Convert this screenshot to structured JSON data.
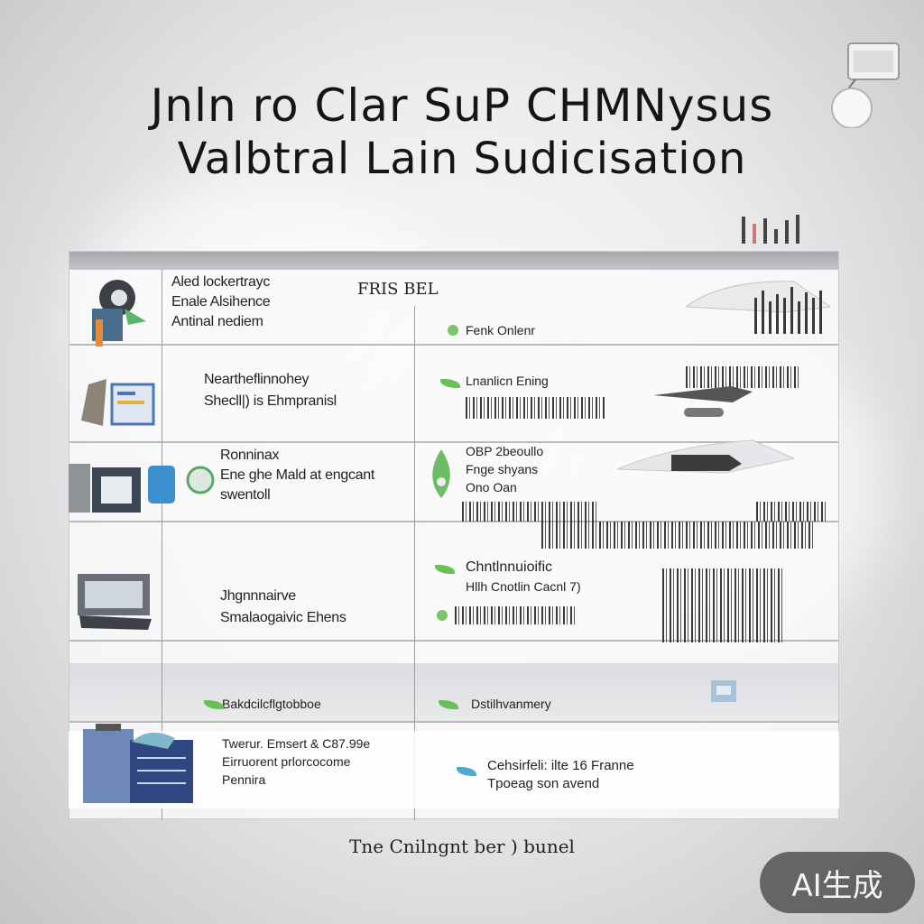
{
  "title": {
    "line1": "Jnln  ro Clar SuP CHMNysus",
    "line2": "Valbtral  Lain Sudicisation"
  },
  "table": {
    "header_col2": "FRIS BEL",
    "rows": [
      {
        "col1": [
          "Aled lockertrayc",
          "Enale Alsihence",
          "Antinal nediem"
        ],
        "col2": [
          "Fenk Onlenr"
        ]
      },
      {
        "col1": [
          "Neartheflinnohey",
          "Shecll|) is Ehmpranisl"
        ],
        "col2": [
          "Lnanlicn Ening"
        ]
      },
      {
        "col1": [
          "Ronninax",
          "Ene ghe Mald at engcant",
          "swentoll"
        ],
        "col2": [
          "OBP 2beoullo",
          "Fnge shyans",
          "Ono Oan"
        ]
      },
      {
        "col1": [
          "Jhgnnnairve",
          "Smalaogaivic Ehens"
        ],
        "col2": [
          "Chntlnnuioific",
          "Hllh Cnotlin Cacnl 7)"
        ]
      },
      {
        "col1": [
          "Bakdcilcflgtobboe"
        ],
        "col2": [
          "Dstilhvanmery"
        ]
      },
      {
        "col1": [
          "Twerur. Emsert & C87.99e",
          "Eirruorent prlorcocome",
          "Pennira"
        ],
        "col2": [
          "Cehsirfeli: ilte 16 Franne",
          "Tpoeag  son avend"
        ]
      }
    ]
  },
  "caption": "Tne Cnilngnt ber ) bunel",
  "badge": "AI生成",
  "colors": {
    "accent_green": "#6bbf59",
    "badge_bg": "#464648"
  }
}
